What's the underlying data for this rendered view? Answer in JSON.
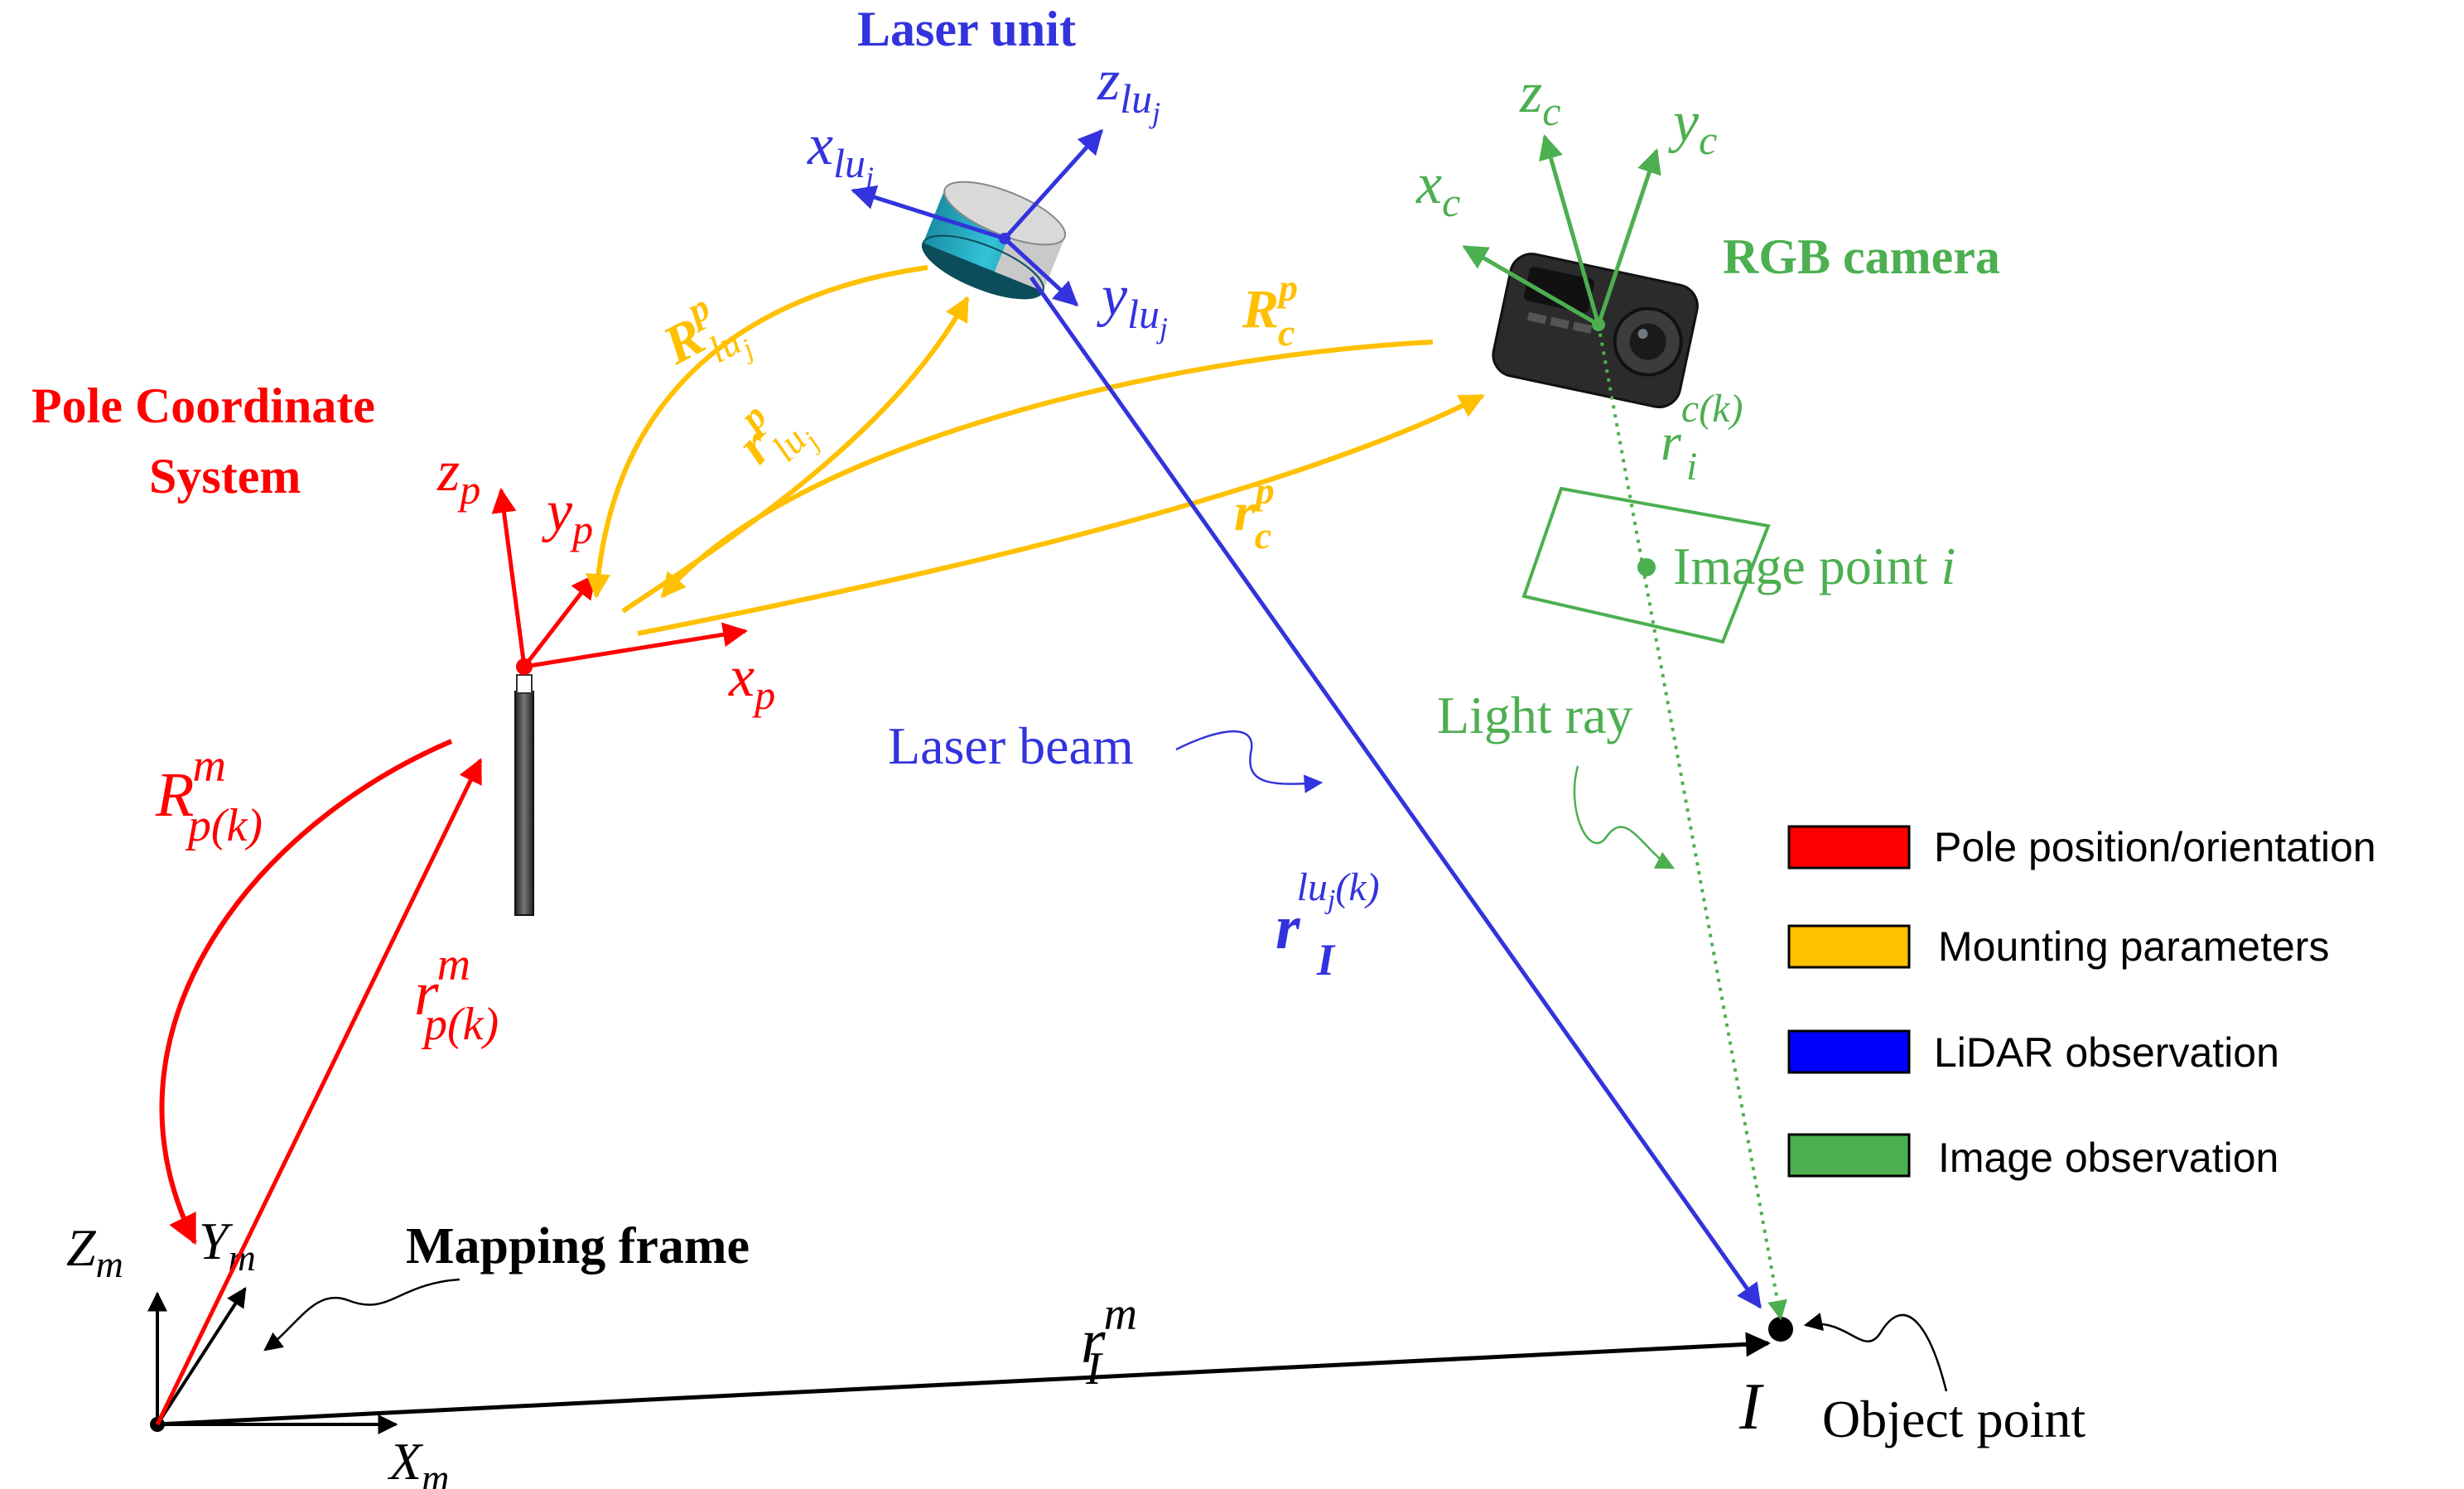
{
  "colors": {
    "pole": "#ff0000",
    "mounting": "#ffc000",
    "lidar": "#3333dd",
    "image": "#4caf50",
    "black": "#000000"
  },
  "headings": {
    "laser_unit": "Laser unit",
    "rgb_camera": "RGB camera",
    "pole_line1": "Pole Coordinate",
    "pole_line2": "System",
    "mapping_frame": "Mapping frame"
  },
  "annotations": {
    "laser_beam": "Laser beam",
    "light_ray": "Light ray",
    "image_point_text": "Image point ",
    "image_point_i": "i",
    "object_point": "Object point",
    "object_point_symbol": "I"
  },
  "axes": {
    "laser": {
      "x": "x",
      "y": "y",
      "z": "z",
      "sub": "lu",
      "subsub": "j"
    },
    "camera": {
      "x": "x",
      "y": "y",
      "z": "z",
      "sub": "c"
    },
    "pole": {
      "x": "x",
      "y": "y",
      "z": "z",
      "sub": "p"
    },
    "mapping": {
      "X": "X",
      "Y": "Y",
      "Z": "Z",
      "sub": "m"
    }
  },
  "vector_labels": {
    "R_p_lu": {
      "base": "R",
      "sup": "p",
      "sub": "lu",
      "subsub": "j"
    },
    "r_p_lu": {
      "base": "r",
      "sup": "p",
      "sub": "lu",
      "subsub": "j"
    },
    "R_p_c": {
      "base": "R",
      "sup": "p",
      "sub": "c"
    },
    "r_p_c": {
      "base": "r",
      "sup": "p",
      "sub": "c"
    },
    "r_i_ck": {
      "base": "r",
      "sup": "c(k)",
      "sub": "i"
    },
    "R_m_pk": {
      "base": "R",
      "sup": "m",
      "sub": "p(k)"
    },
    "r_m_pk": {
      "base": "r",
      "sup": "m",
      "sub": "p(k)"
    },
    "r_I_luk": {
      "base": "r",
      "sup_a": "lu",
      "sup_b": "j",
      "sup_c": "(k)",
      "sub": "I"
    },
    "r_I_m": {
      "base": "r",
      "sup": "m",
      "sub": "I"
    }
  },
  "legend": [
    {
      "label": "Pole position/orientation",
      "color": "#ff0000"
    },
    {
      "label": "Mounting parameters",
      "color": "#ffc000"
    },
    {
      "label": "LiDAR observation",
      "color": "#0000ff"
    },
    {
      "label": "Image observation",
      "color": "#4caf50"
    }
  ]
}
